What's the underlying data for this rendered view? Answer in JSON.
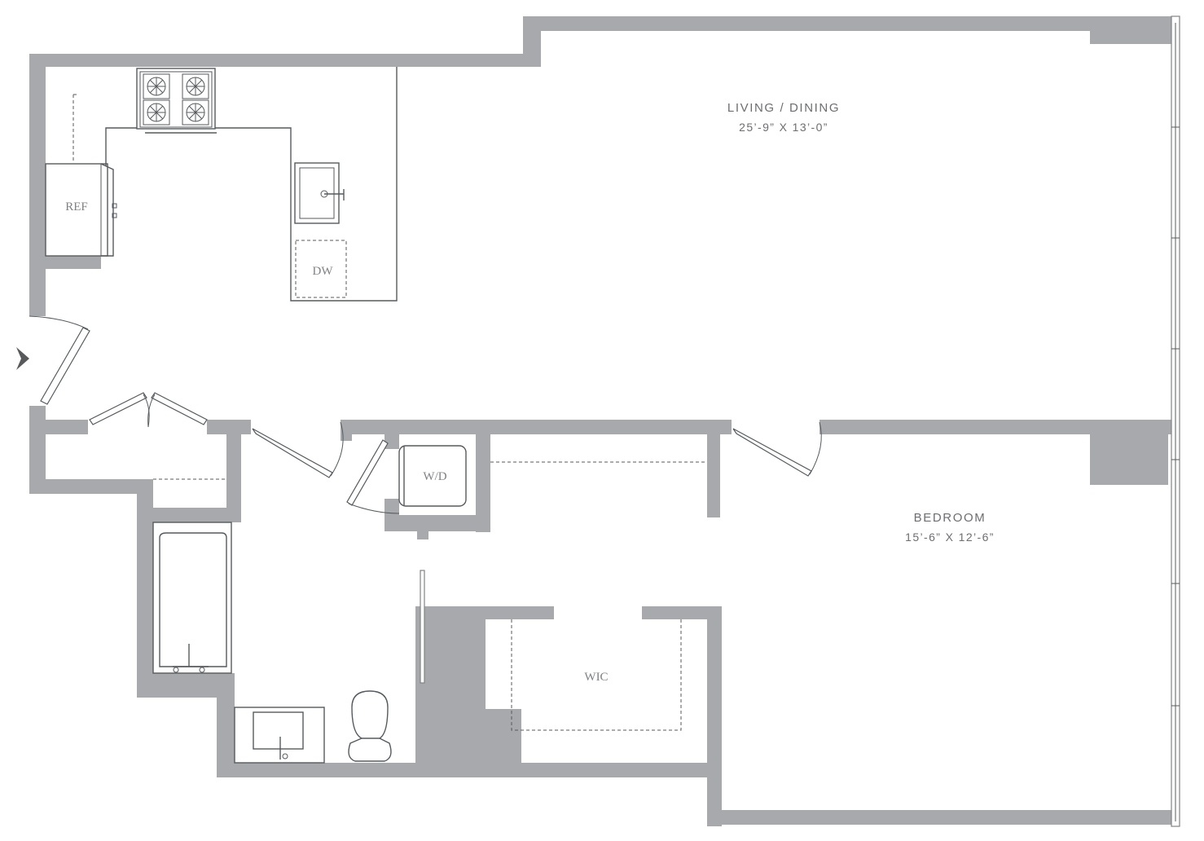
{
  "rooms": {
    "living_dining": {
      "name": "LIVING / DINING",
      "dimensions": "25’-9” X 13’-0”"
    },
    "bedroom": {
      "name": "BEDROOM",
      "dimensions": "15’-6” X 12’-6”"
    }
  },
  "fixtures": {
    "refrigerator": "REF",
    "dishwasher": "DW",
    "washer_dryer": "W/D",
    "walk_in_closet": "WIC"
  },
  "colors": {
    "wall": "#a7a9ac",
    "line": "#555a5e",
    "text": "#6d6e71"
  }
}
